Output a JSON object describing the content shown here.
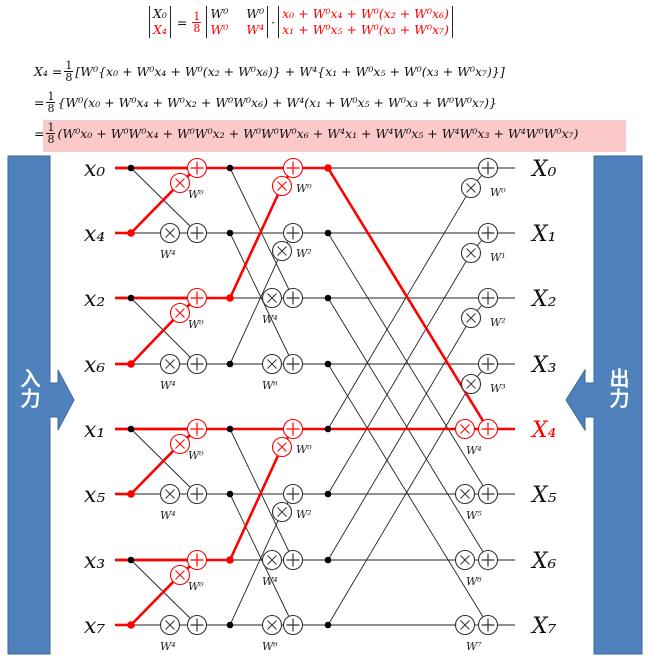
{
  "matrix_equation": {
    "lhs": [
      "X₀",
      "X₄"
    ],
    "equals": "=",
    "frac": [
      "1",
      "8"
    ],
    "matrix": [
      [
        "W⁰",
        "W⁰"
      ],
      [
        "W⁰",
        "W⁴"
      ]
    ],
    "dot": "·",
    "rhs": [
      "x₀ + W⁰x₄ + W⁰(x₂ + W⁰x₆)",
      "x₁ + W⁰x₅ + W⁰(x₃ + W⁰x₇)"
    ]
  },
  "expansion": [
    {
      "lhs": "X₄ =",
      "frac": [
        "1",
        "8"
      ],
      "body": "[W⁰{x₀ + W⁰x₄ + W⁰(x₂ + W⁰x₆)} + W⁴{x₁ + W⁰x₅ + W⁰(x₃ + W⁰x₇)}]"
    },
    {
      "lhs": "=",
      "frac": [
        "1",
        "8"
      ],
      "body": "{W⁰(x₀ + W⁰x₄ + W⁰x₂ + W⁰W⁰x₆) + W⁴(x₁ + W⁰x₅ + W⁰x₃ + W⁰W⁰x₇)}"
    },
    {
      "lhs": "=",
      "frac": [
        "1",
        "8"
      ],
      "body": "(W⁰x₀ + W⁰W⁰x₄ + W⁰W⁰x₂ + W⁰W⁰W⁰x₆ + W⁴x₁ + W⁴W⁰x₅ + W⁴W⁰x₃ + W⁴W⁰W⁰x₇)"
    }
  ],
  "input_arrow_label": "入力",
  "output_arrow_label": "出力",
  "inputs": [
    "x₀",
    "x₄",
    "x₂",
    "x₆",
    "x₁",
    "x₅",
    "x₃",
    "x₇"
  ],
  "outputs": [
    "X₀",
    "X₁",
    "X₂",
    "X₃",
    "X₄",
    "X₅",
    "X₆",
    "X₇"
  ],
  "highlighted_output": 4,
  "twiddles": {
    "stage1": [
      "W⁰",
      "W⁴"
    ],
    "stage2": [
      "W⁰",
      "W²",
      "W⁴",
      "W⁶"
    ],
    "stage3": [
      "W⁰",
      "W¹",
      "W²",
      "W³",
      "W⁴",
      "W⁵",
      "W⁶",
      "W⁷"
    ]
  },
  "colors": {
    "highlight": "#ff0000",
    "arrow": "#4f81bd",
    "row_highlight": "#fbc9c9"
  }
}
